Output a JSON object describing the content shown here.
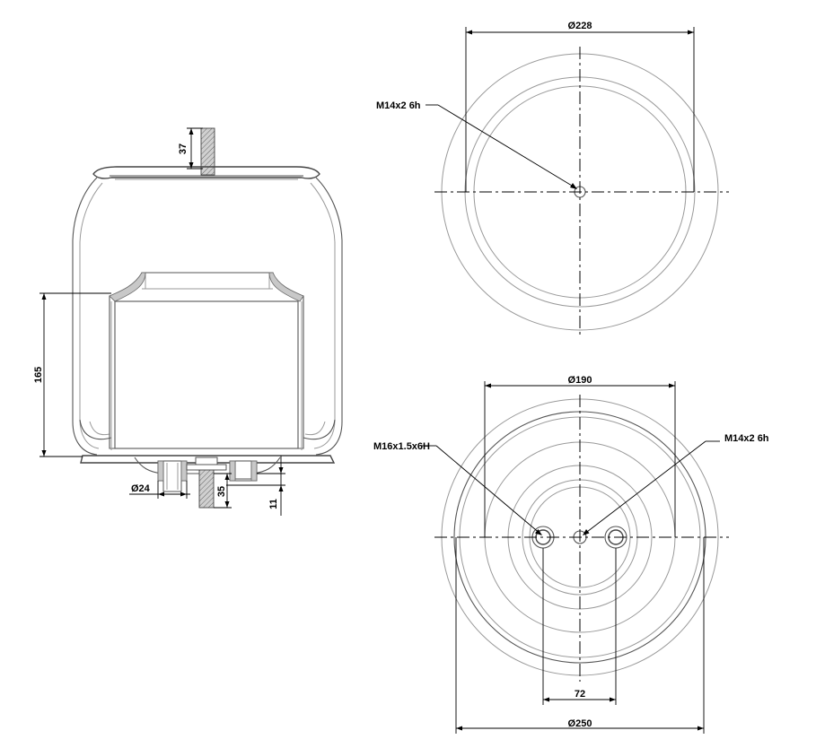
{
  "side_view": {
    "dim_stud_length": "37",
    "dim_height": "165",
    "dim_nut_diameter": "Ø24",
    "dim_bottom_stud": "35",
    "dim_bottom_offset": "11"
  },
  "top_view": {
    "dim_diameter": "Ø228",
    "thread_label": "M14x2 6h"
  },
  "bottom_view": {
    "dim_inner_diameter": "Ø190",
    "dim_outer_diameter": "Ø250",
    "dim_hole_spacing": "72",
    "thread_left_label": "M16x1.5x6H",
    "thread_right_label": "M14x2 6h"
  }
}
